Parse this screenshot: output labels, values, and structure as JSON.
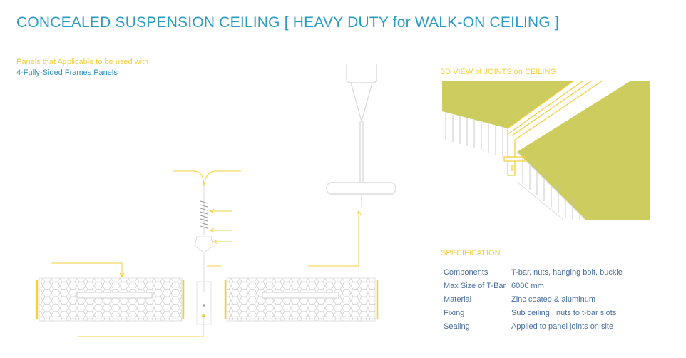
{
  "title": "CONCEALED SUSPENSION CEILING [ HEAVY DUTY for WALK-ON CEILING ]",
  "applicable": {
    "line1": "Panels that Applicable to be used with",
    "line2": "4-Fully-Sided Frames Panels"
  },
  "view_label": "3D VIEW of JOINTS on CEILING",
  "specification": {
    "title": "SPECIFICATION",
    "rows": [
      {
        "key": "Components",
        "value": "T-bar, nuts, hanging bolt, buckle"
      },
      {
        "key": "Max Size of T-Bar",
        "value": "6000 mm"
      },
      {
        "key": "Material",
        "value": "Zinc coated & aluminum"
      },
      {
        "key": "Fixing",
        "value": "Sub ceiling , nuts to t-bar slots"
      },
      {
        "key": "Sealing",
        "value": "Applied to panel joints on site"
      }
    ]
  },
  "colors": {
    "accent_blue": "#2a9bc4",
    "accent_yellow": "#f2cf3c",
    "panel_fill": "#cccc5f"
  }
}
